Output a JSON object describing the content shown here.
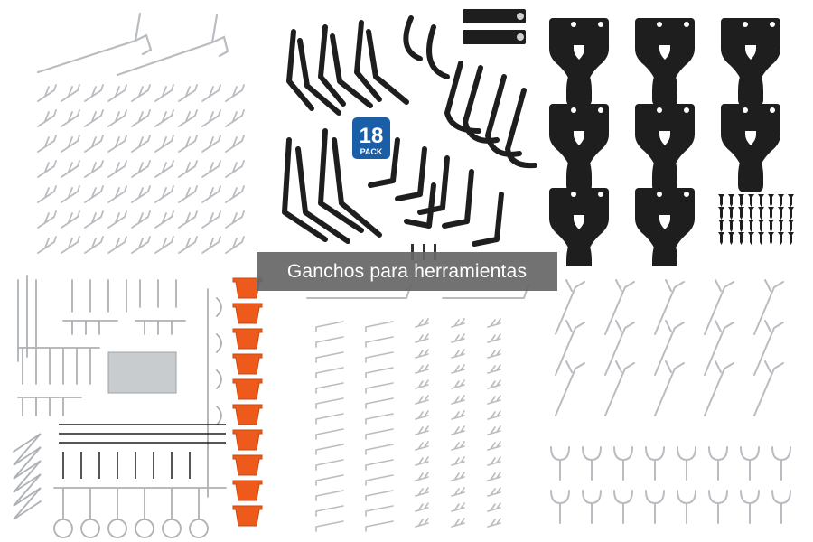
{
  "caption": "Ganchos para herramientas",
  "badge": {
    "number": "18",
    "word": "PACK"
  },
  "colors": {
    "metal": "#b9bcc0",
    "black": "#1e1e1e",
    "orange": "#ee5a1b",
    "overlay": "#666666",
    "badge": "#1b5ea8"
  }
}
